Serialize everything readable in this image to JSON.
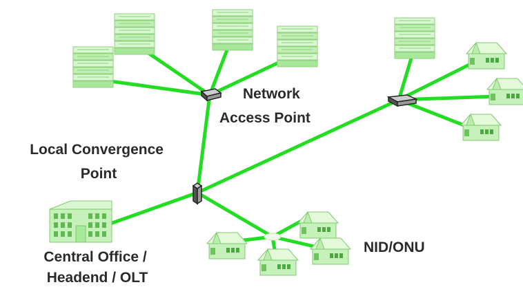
{
  "labels": {
    "network_access_point": [
      "Network",
      "Access Point"
    ],
    "local_convergence_point": [
      "Local Convergence",
      "Point"
    ],
    "central_office": [
      "Central Office /",
      "Headend / OLT"
    ],
    "nid_onu": "NID/ONU"
  },
  "colors": {
    "fiber": "#22dd22",
    "device_light": "#d9f7d0",
    "device_mid": "#a8e89a",
    "device_dark": "#6cc65c",
    "text": "#2a2a2a"
  },
  "icons": [
    "server-stack-icon",
    "house-icon",
    "office-building-icon",
    "splitter-icon"
  ]
}
